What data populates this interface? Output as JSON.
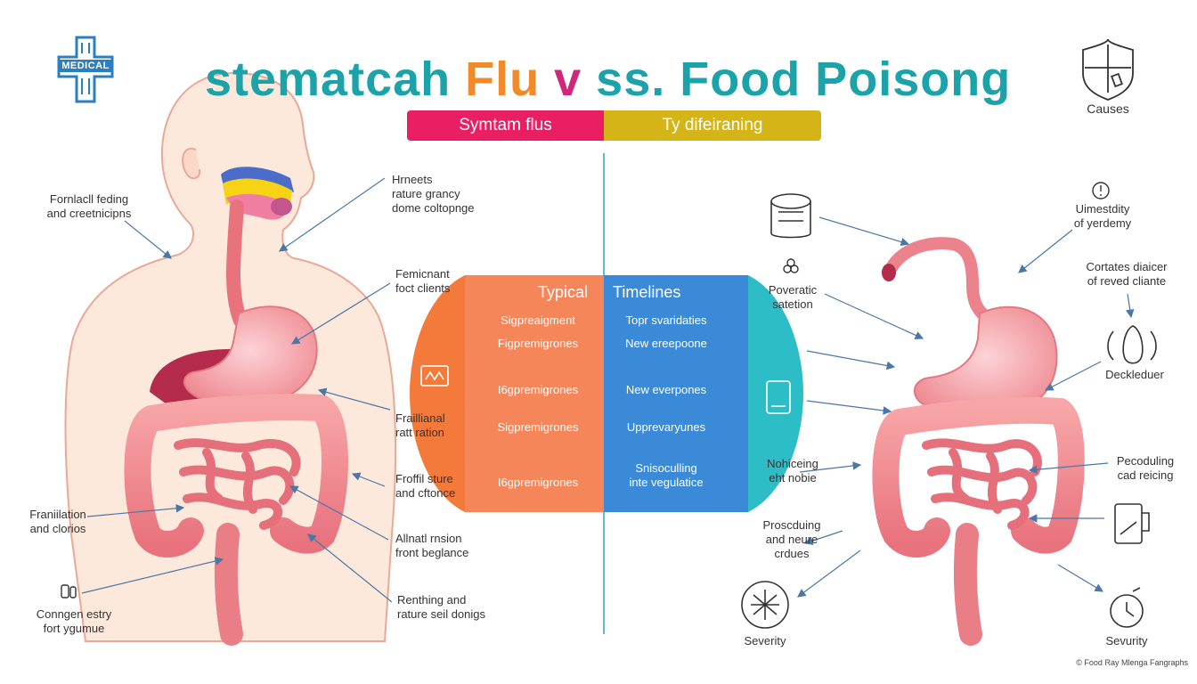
{
  "logo": {
    "text": "MEDICAL",
    "icon": "medical-cross-icon"
  },
  "title": {
    "part1": "stematcah ",
    "part2": "Flu",
    "part3": " v ",
    "part4": "ss. Food Poisong"
  },
  "tabs": {
    "left": "Symtam flus",
    "right": "Ty difeiraning"
  },
  "panel": {
    "left_header": "Typical",
    "right_header": "Timelines",
    "left_cells": [
      "Sigpreaigment",
      "Figpremigrones",
      "I6gpremigrones",
      "Sigpremigrones",
      "I6gpremigrones"
    ],
    "right_cells": [
      "Topr svaridaties",
      "New ereepoone",
      "New everpones",
      "Upprevaryunes",
      "Snisoculling\ninte vegulatice"
    ]
  },
  "left_labels": [
    "Fornlacll feding\nand creetnicipns",
    "Hrneets\nrature grancy\ndome coltopnge",
    "Femicnant\nfoct clients",
    "Fraillianal\nratt ration",
    "Froffil sture\nand cftonce",
    "Franiilation\nand clorios",
    "Allnatl rnsion\nfront beglance",
    "Conngen estry\nfort ygumue",
    "Renthing and\nrature seil donigs"
  ],
  "right_labels": [
    "Uimestdity\nof yerdemy",
    "Cortates diaicer\nof reved cliante",
    "Poveratic\nsatetion",
    "Deckleduer",
    "Nohiceing\neht nobie",
    "Pecoduling\ncad reicing",
    "Proscduing\nand neure\ncrdues",
    "Severity",
    "Sevurity"
  ],
  "top_right": {
    "label": "Causes",
    "icon": "shield-icon"
  },
  "credit": "© Food Ray Mlenga Fangraphs",
  "colors": {
    "title_teal": "#1ba3a9",
    "title_orange": "#f08a2b",
    "panel_orange": "#f5865a",
    "panel_blue": "#3b8ad8",
    "pill_pink": "#e91e63",
    "pill_yellow": "#d4b416"
  }
}
